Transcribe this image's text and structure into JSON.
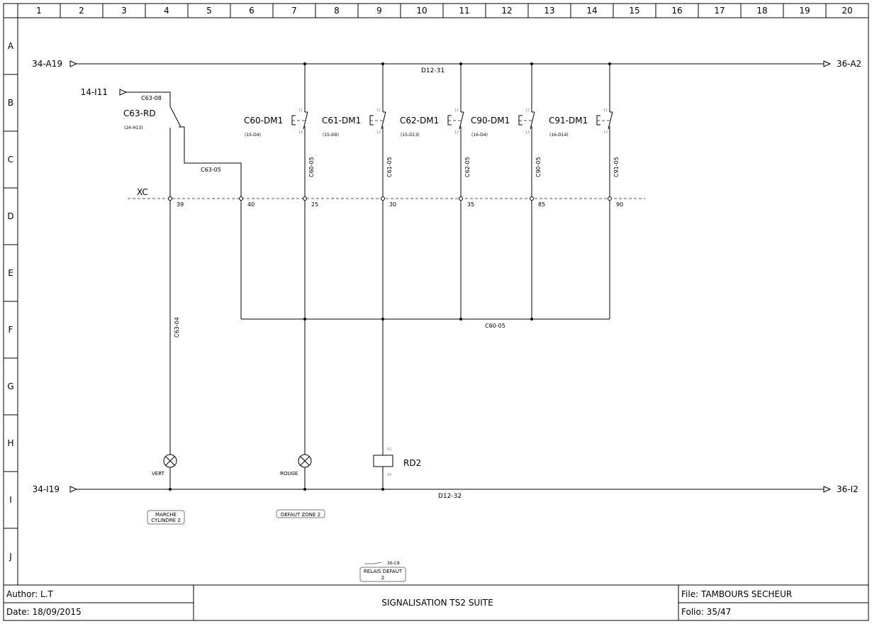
{
  "columns": [
    "1",
    "2",
    "3",
    "4",
    "5",
    "6",
    "7",
    "8",
    "9",
    "10",
    "11",
    "12",
    "13",
    "14",
    "15",
    "16",
    "17",
    "18",
    "19",
    "20"
  ],
  "rows": [
    "A",
    "B",
    "C",
    "D",
    "E",
    "F",
    "G",
    "H",
    "I",
    "J"
  ],
  "refs": {
    "top_left": "34-A19",
    "top_right": "36-A2",
    "bottom_left": "34-I19",
    "bottom_right": "36-I2",
    "input_b": "14-I11"
  },
  "wire_labels": {
    "top_bus": "D12-31",
    "bottom_bus": "D12-32",
    "c63_08": "C63-08",
    "c63_05": "C63-05",
    "c63_04": "C63-04",
    "c60_05_bus": "C60-05"
  },
  "selector": {
    "name": "C63-RD",
    "ref": "(24-H13)"
  },
  "contacts": [
    {
      "name": "C60-DM1",
      "ref": "(15-D4)",
      "wire": "C60-05",
      "terminal": "25"
    },
    {
      "name": "C61-DM1",
      "ref": "(15-D9)",
      "wire": "C61-05",
      "terminal": "30"
    },
    {
      "name": "C62-DM1",
      "ref": "(15-D13)",
      "wire": "C62-05",
      "terminal": "35"
    },
    {
      "name": "C90-DM1",
      "ref": "(16-D4)",
      "wire": "C90-05",
      "terminal": "85"
    },
    {
      "name": "C91-DM1",
      "ref": "(16-D14)",
      "wire": "C91-05",
      "terminal": "90"
    }
  ],
  "pin_top": "11",
  "pin_bottom": "12",
  "terminal_strip": {
    "name": "XC",
    "t39": "39",
    "t40": "40"
  },
  "lamps": [
    {
      "color": "VERT",
      "caption": "MARCHE CYLINDRE 2"
    },
    {
      "color": "ROUGE",
      "caption": "DEFAUT ZONE 2"
    }
  ],
  "lamp_caption_lines": [
    "MARCHE",
    "CYLINDRE 2"
  ],
  "relay": {
    "name": "RD2",
    "a1": "A1",
    "a2": "A2",
    "xref": "36-C8",
    "caption_lines": [
      "RELAIS DEFAUT",
      "2"
    ]
  },
  "title_block": {
    "author": "Author: L.T",
    "date": "Date: 18/09/2015",
    "title": "SIGNALISATION TS2 SUITE",
    "file": "File: TAMBOURS SECHEUR",
    "folio": "Folio: 35/47"
  }
}
